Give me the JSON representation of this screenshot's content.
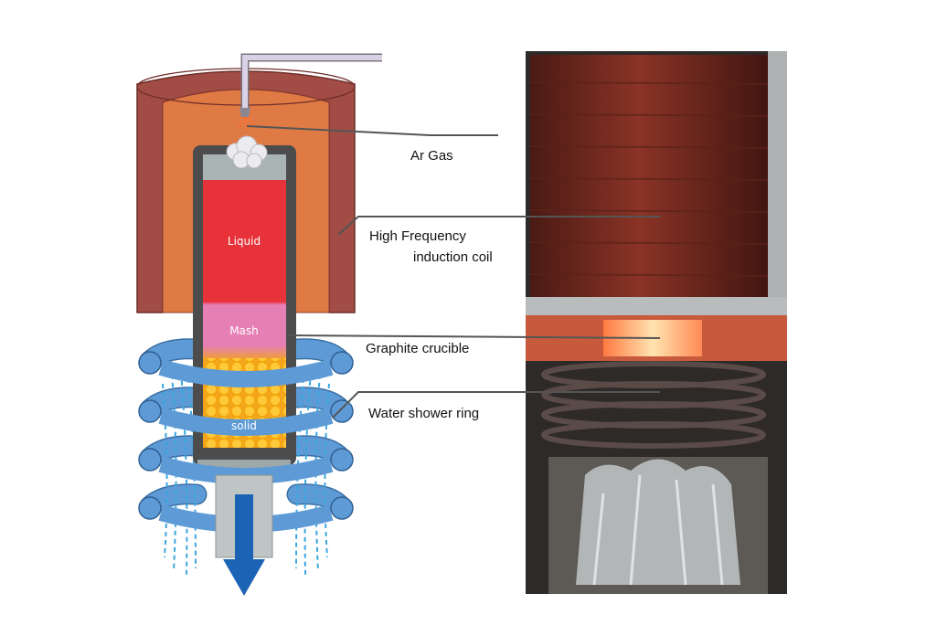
{
  "labels": {
    "ar_gas": "Ar Gas",
    "coil_line1": "High Frequency",
    "coil_line2": "induction coil",
    "crucible": "Graphite crucible",
    "shower": "Water shower ring"
  },
  "zones": {
    "liquid": "Liquid",
    "mash": "Mash",
    "solid": "solid"
  },
  "colors": {
    "coil_outer": "#a14c44",
    "coil_inner": "#e07a45",
    "liquid": "#e8323a",
    "mash": "#e67fb4",
    "solid_bg": "#f2a51d",
    "solid_dot": "#ffc93c",
    "crucible_wall": "#4c4c4c",
    "water_ring": "#5e9bd6",
    "arrow": "#1d63b5",
    "water_drops": "#3aa6e0"
  }
}
